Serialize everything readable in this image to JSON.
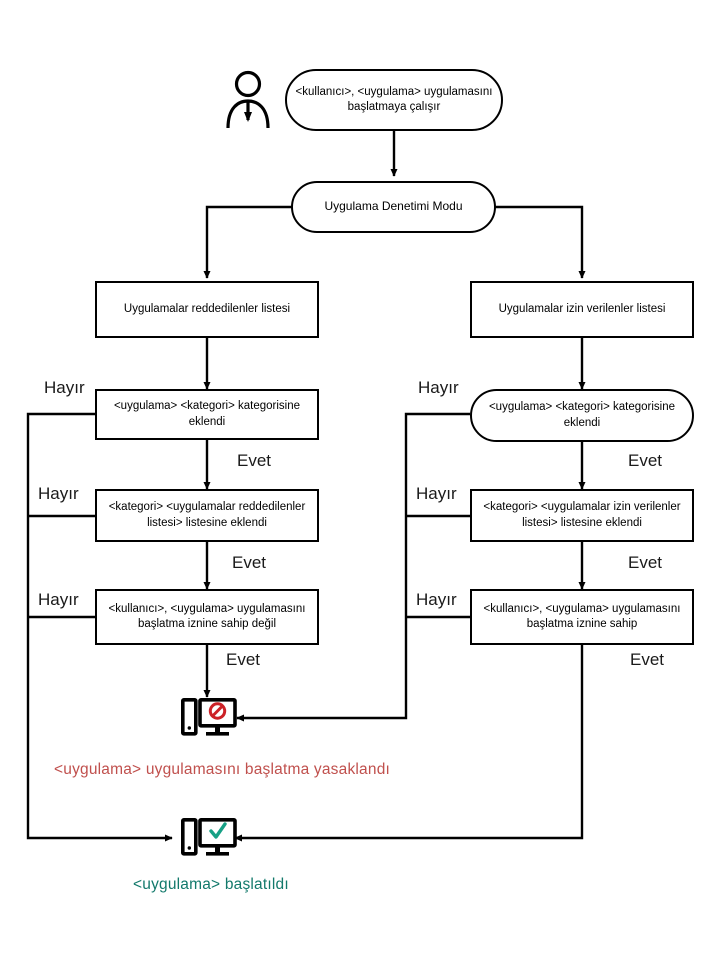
{
  "diagram": {
    "title": "Uygulama Denetimi Modu akis semasi",
    "actor": {
      "name": "user-actor",
      "label": ""
    },
    "start": {
      "text": "<kullanıcı>,  <uygulama> uygulamasını başlatmaya çalışır"
    },
    "mode": {
      "text": "Uygulama Denetimi Modu"
    },
    "left_branch": {
      "header": "Uygulamalar reddedilenler listesi",
      "steps": [
        {
          "text": "<uygulama> <kategori> kategorisine eklendi",
          "yes_label": "Evet",
          "no_label": "Hayır",
          "shape": "rect"
        },
        {
          "text": "<kategori> <uygulamalar reddedilenler listesi> listesine eklendi",
          "yes_label": "Evet",
          "no_label": "Hayır",
          "shape": "rect"
        },
        {
          "text": "<kullanıcı>,  <uygulama> uygulamasını başlatma iznine sahip değil",
          "yes_label": "Evet",
          "no_label": "Hayır",
          "shape": "rect"
        }
      ]
    },
    "right_branch": {
      "header": "Uygulamalar izin verilenler listesi",
      "steps": [
        {
          "text": "<uygulama> <kategori> kategorisine eklendi",
          "yes_label": "Evet",
          "no_label": "Hayır",
          "shape": "rounded"
        },
        {
          "text": "<kategori> <uygulamalar izin verilenler listesi> listesine eklendi",
          "yes_label": "Evet",
          "no_label": "Hayır",
          "shape": "rect"
        },
        {
          "text": "<kullanıcı>,  <uygulama> uygulamasını başlatma iznine sahip",
          "yes_label": "Evet",
          "no_label": "Hayır",
          "shape": "rect"
        }
      ]
    },
    "outcomes": [
      {
        "icon": "monitor-blocked-icon",
        "caption": "<uygulama>  uygulamasını  başlatma yasaklandı",
        "color": "#c0504d"
      },
      {
        "icon": "monitor-allowed-icon",
        "caption": "<uygulama>  başlatıldı",
        "color": "#12796b"
      }
    ],
    "colors": {
      "line": "#000000",
      "denied_text": "#c0504d",
      "allowed_text": "#12796b",
      "block_symbol": "#cc2127",
      "check_symbol": "#16a085"
    }
  }
}
